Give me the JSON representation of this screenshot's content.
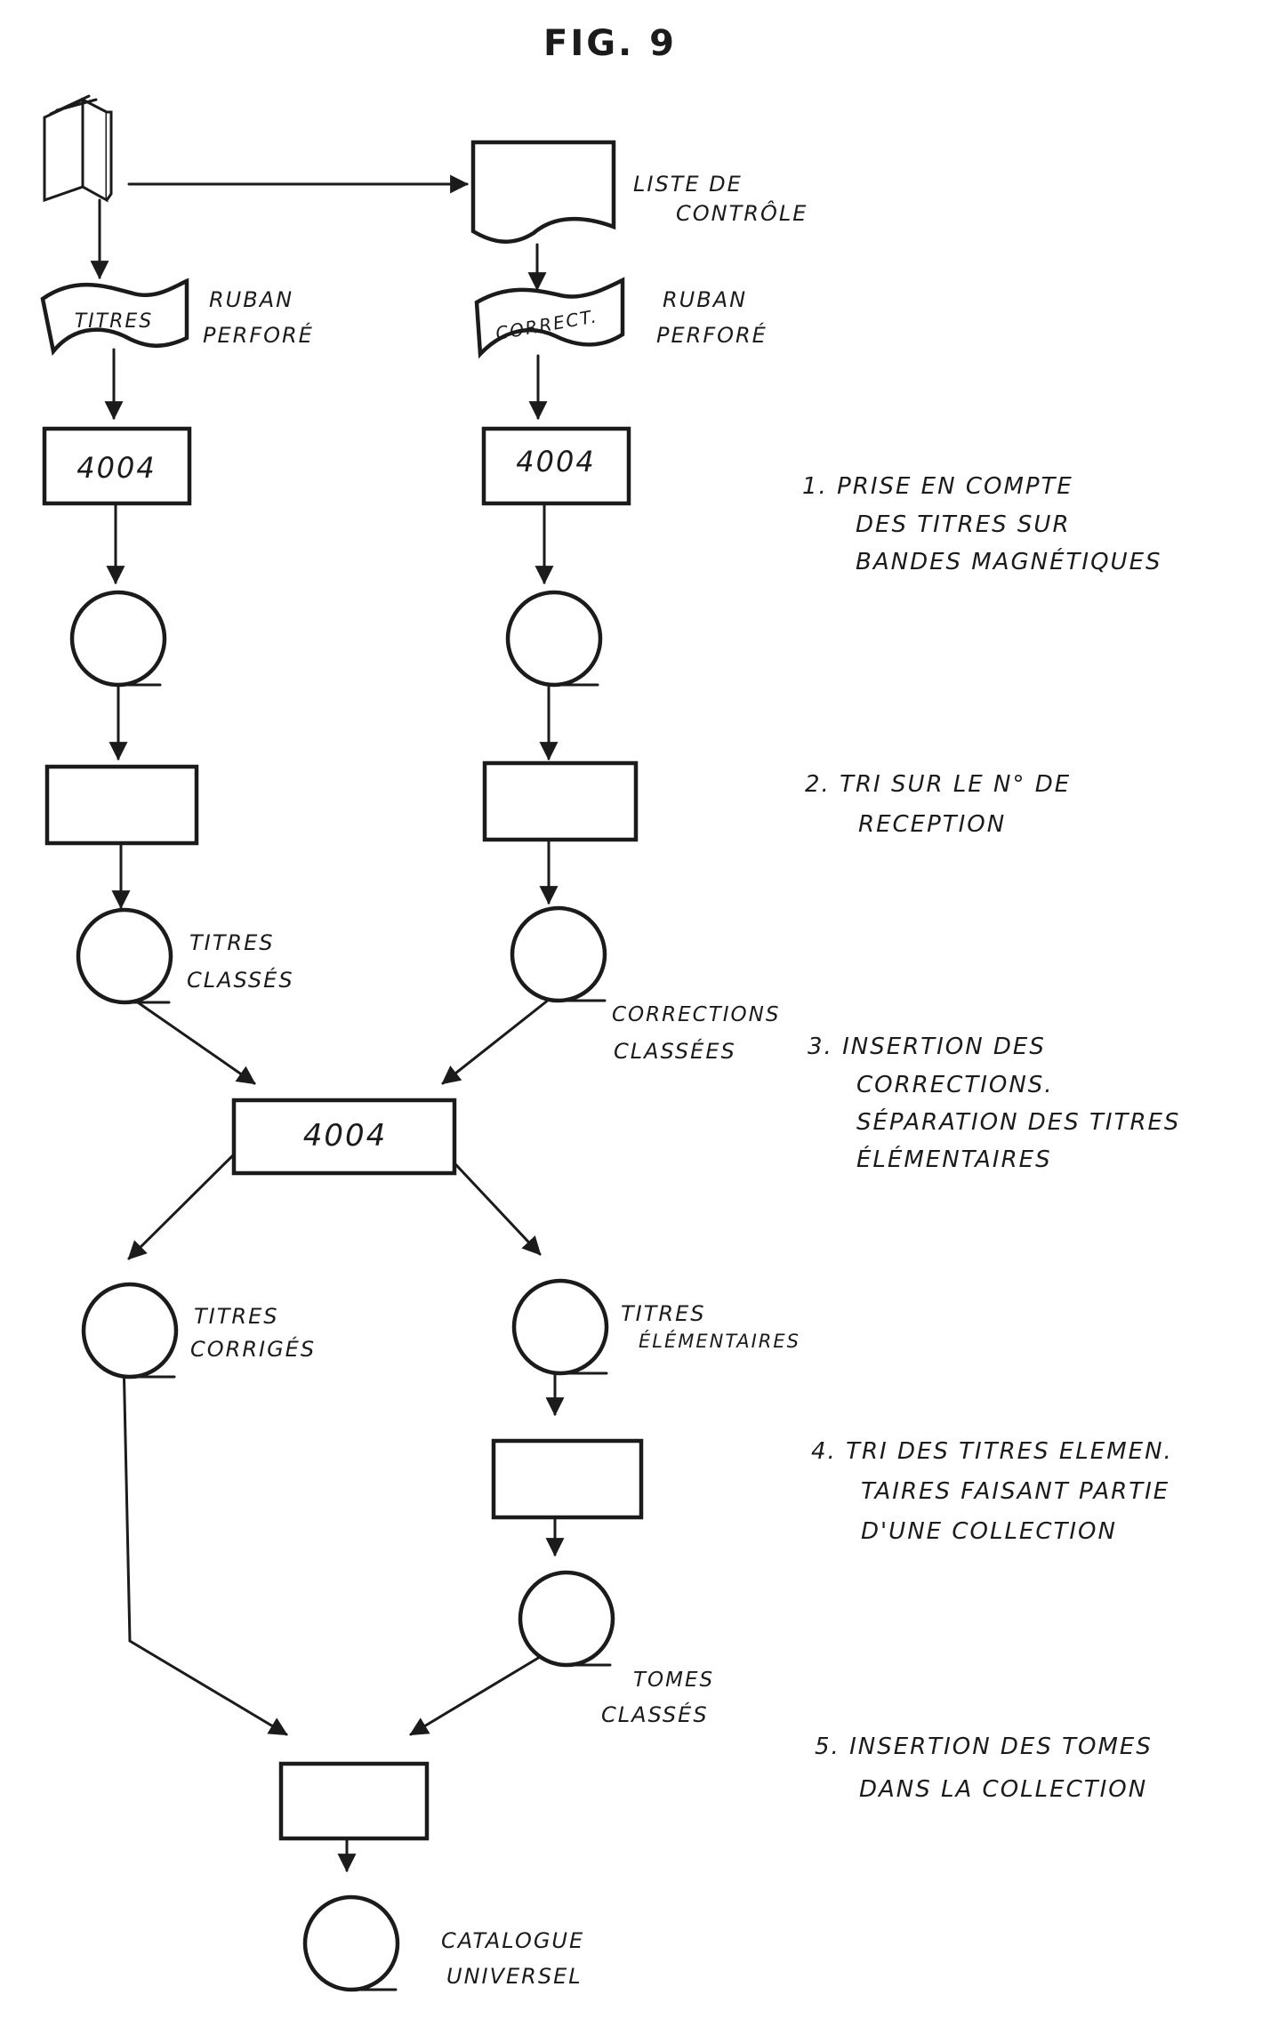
{
  "figure_title": "FIG. 9",
  "nodes": {
    "liste_controle_label": [
      "LISTE DE",
      "CONTRÔLE"
    ],
    "tape_left_text": "TITRES",
    "tape_left_label": [
      "RUBAN",
      "PERFORÉ"
    ],
    "tape_right_text": "CORRECT.",
    "tape_right_label": [
      "RUBAN",
      "PERFORÉ"
    ],
    "computer_left": "4004",
    "computer_right": "4004",
    "computer_merge": "4004",
    "titres_classes": [
      "TITRES",
      "CLASSÉS"
    ],
    "corrections_classees": [
      "CORRECTIONS",
      "CLASSÉES"
    ],
    "titres_corriges": [
      "TITRES",
      "CORRIGÉS"
    ],
    "titres_elementaires": [
      "TITRES",
      "ÉLÉMENTAIRES"
    ],
    "tomes_classes": [
      "TOMES",
      "CLASSÉS"
    ],
    "catalogue_universel": [
      "CATALOGUE",
      "UNIVERSEL"
    ]
  },
  "steps": [
    [
      "1. PRISE EN COMPTE",
      "DES TITRES SUR",
      "BANDES MAGNÉTIQUES"
    ],
    [
      "2. TRI SUR LE N° DE",
      "RECEPTION"
    ],
    [
      "3. INSERTION DES",
      "CORRECTIONS.",
      "SÉPARATION DES TITRES",
      "ÉLÉMENTAIRES"
    ],
    [
      "4. TRI DES TITRES ELEMEN.",
      "TAIRES FAISANT PARTIE",
      "D'UNE COLLECTION"
    ],
    [
      "5. INSERTION DES TOMES",
      "DANS LA COLLECTION"
    ]
  ],
  "icons": [
    "book-icon",
    "document-icon",
    "punched-tape-icon",
    "magnetic-tape-icon",
    "process-box"
  ]
}
